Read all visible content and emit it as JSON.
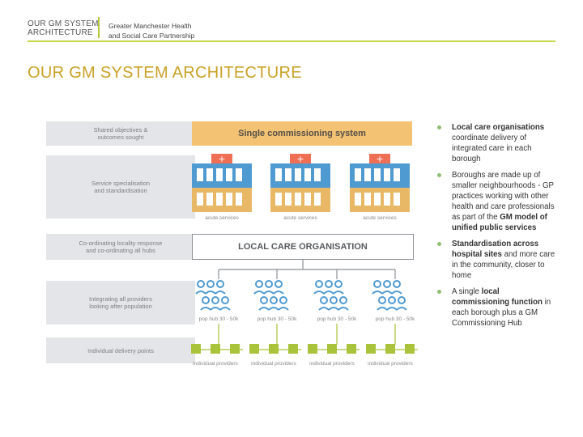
{
  "header": {
    "left_line1": "OUR GM SYSTEM",
    "left_line2": "ARCHITECTURE",
    "right_line1": "Greater Manchester Health",
    "right_line2": "and Social Care Partnership"
  },
  "title": "OUR GM SYSTEM ARCHITECTURE",
  "diagram": {
    "left_labels": [
      {
        "line1": "Shared objectives &",
        "line2": "outcomes sought"
      },
      {
        "line1": "Service specialisation",
        "line2": "and standardisation"
      },
      {
        "line1": "Co-ordinating locality response",
        "line2": "and co-ordinating all hubs"
      },
      {
        "line1": "Integrating all providers",
        "line2": "looking after population"
      },
      {
        "line1": "Individual delivery points",
        "line2": ""
      }
    ],
    "commissioning": "Single commissioning system",
    "hospitals": [
      "acute services",
      "acute services",
      "acute services"
    ],
    "lco": "LOCAL CARE ORGANISATION",
    "hubs": [
      "pop hub 30 - 50k",
      "pop hub 30 - 50k",
      "pop hub 30 - 50k",
      "pop hub 30 - 50k"
    ],
    "providers": [
      "individual providers",
      "individual providers",
      "individual providers",
      "individual providers"
    ],
    "colors": {
      "commissioning": "#f3c272",
      "hospital_top": "#4f9ad1",
      "hospital_bottom": "#e9b866",
      "people": "#4f9ad1",
      "provider": "#a9c33a",
      "label_box": "#e3e5e8"
    }
  },
  "bullets": [
    {
      "bold": "Local care organisations",
      "text": " coordinate delivery of integrated care in each borough",
      "bold2": "",
      "text2": ""
    },
    {
      "bold": "",
      "text": "Boroughs are made up of smaller neighbourhoods - GP practices working with other health and care professionals as part of the ",
      "bold2": "GM model of unified public services",
      "text2": ""
    },
    {
      "bold": "Standardisation across hospital sites",
      "text": " and more care in the community, closer to home",
      "bold2": "",
      "text2": ""
    },
    {
      "bold": "",
      "text": "A single ",
      "bold2": "local commissioning function",
      "text2": " in each borough plus a GM Commissioning Hub"
    }
  ]
}
